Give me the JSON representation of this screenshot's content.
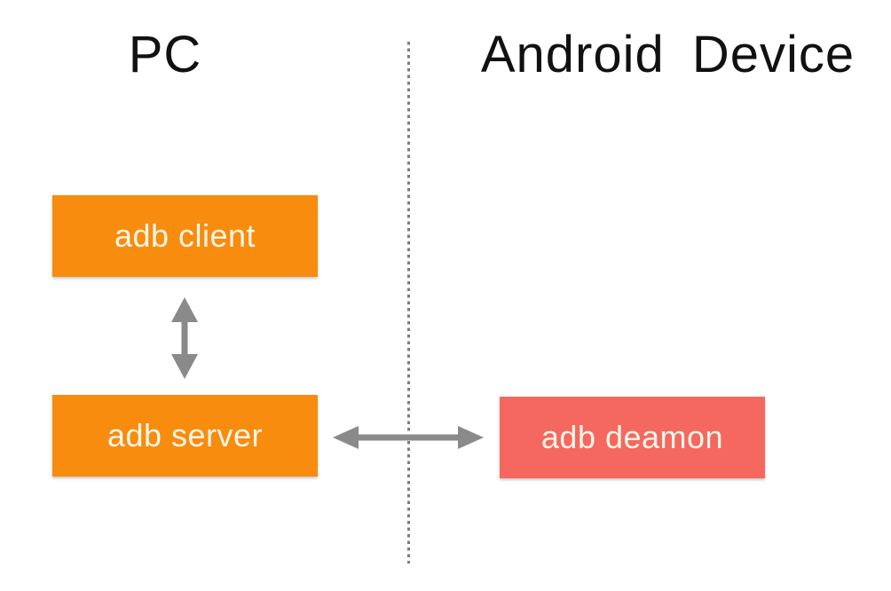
{
  "diagram": {
    "left_section": {
      "title": "PC",
      "boxes": [
        {
          "id": "adb-client",
          "label": "adb client",
          "color_role": "box-orange"
        },
        {
          "id": "adb-server",
          "label": "adb server",
          "color_role": "box-orange"
        }
      ]
    },
    "right_section": {
      "title": "Android Device",
      "boxes": [
        {
          "id": "adb-daemon",
          "label": "adb deamon",
          "color_role": "box-red"
        }
      ]
    },
    "connections": [
      {
        "from": "adb-client",
        "to": "adb-server",
        "type": "vertical-double-arrow"
      },
      {
        "from": "adb-server",
        "to": "adb-daemon",
        "type": "horizontal-double-arrow",
        "crosses": "section-divider"
      }
    ]
  },
  "colors": {
    "background": "#FFFFFF",
    "box-orange": "#F78C0E",
    "box-red": "#F5685F",
    "box-text": "#FCF5E8",
    "arrow-gray": "#8A8A8A",
    "divider-gray": "#7D7D7D",
    "title-color": "#111111"
  }
}
